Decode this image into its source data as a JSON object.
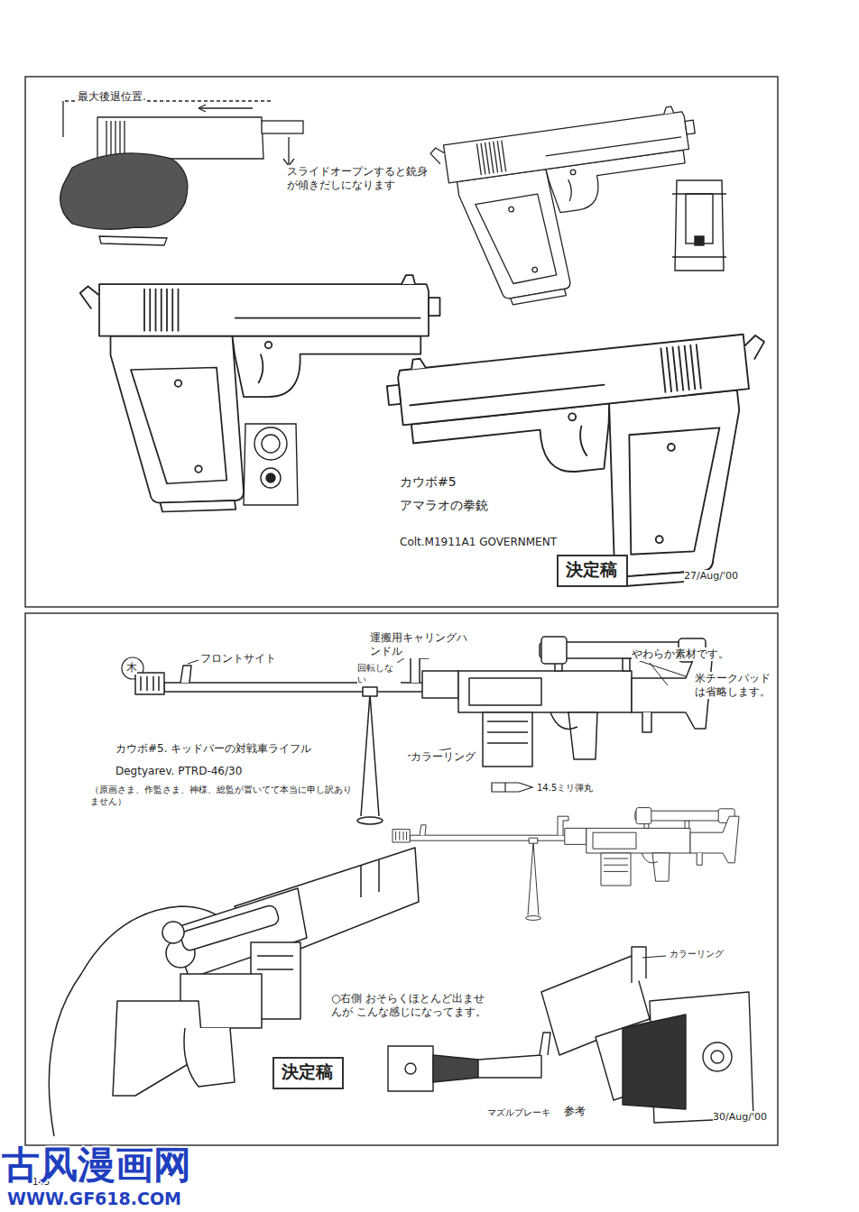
{
  "diagram": {
    "nodes": [
      {
        "text": [
          "決定稿"
        ]
      },
      {
        "text": [
          "決定稿"
        ]
      }
    ],
    "labels": [
      "最大後退位置.",
      "スライドオープンすると銃身が傾きだしになります",
      "カウボ#5",
      "アマラオの拳銃",
      "Colt.M1911A1 GOVERNMENT",
      "27/Aug/'00",
      "木",
      "フロントサイト",
      "運搬用キャリングハンドル",
      "回転しない",
      "やわらか素材です。",
      "米チークパッドは省略します。",
      "カラーリング",
      "カウボ#5. キッドバーの対戦車ライフル",
      "Degtyarev. PTRD-46/30",
      "（原画さま、作監さま、神様、総監が置いてて本当に申し訳ありません）",
      "14.5ミリ弾丸",
      "カラーリング",
      "○右側 おそらくほとんど出ませんが こんな感じになってます。",
      "マズルブレーキ",
      "参考",
      "30/Aug/'00",
      "古风漫画网",
      "WWW.GF618.COM",
      "143"
    ]
  }
}
